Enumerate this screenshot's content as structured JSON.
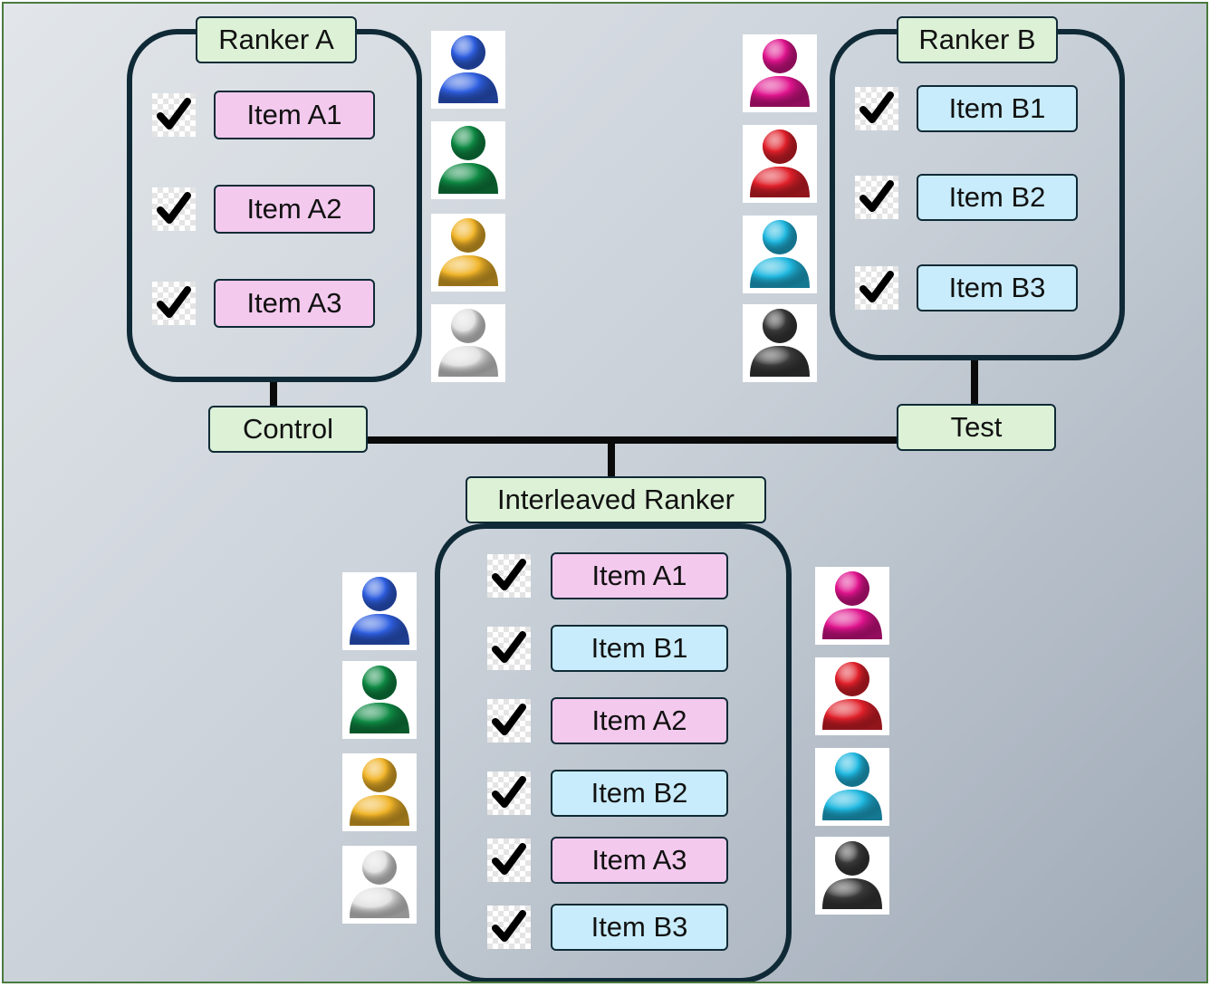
{
  "ranker_a": {
    "title": "Ranker A",
    "items": [
      "Item A1",
      "Item A2",
      "Item A3"
    ]
  },
  "ranker_b": {
    "title": "Ranker B",
    "items": [
      "Item B1",
      "Item B2",
      "Item B3"
    ]
  },
  "interleaved": {
    "title": "Interleaved Ranker",
    "items": [
      "Item A1",
      "Item B1",
      "Item A2",
      "Item B2",
      "Item A3",
      "Item B3"
    ]
  },
  "labels": {
    "control": "Control",
    "test": "Test"
  },
  "colors": {
    "ranker_a_item": "#f3c9ee",
    "ranker_b_item": "#c8ecfb",
    "title_box": "#dcf1d6",
    "panel_border": "#0f2a36",
    "users_group_a": [
      "#2f5fe0",
      "#0f8a44",
      "#f0b429",
      "#e2e2e2"
    ],
    "users_group_b": [
      "#e0148e",
      "#e0202a",
      "#20b8e0",
      "#3a3a3a"
    ]
  },
  "icons": {
    "check": "check-icon",
    "user": "user-icon"
  }
}
